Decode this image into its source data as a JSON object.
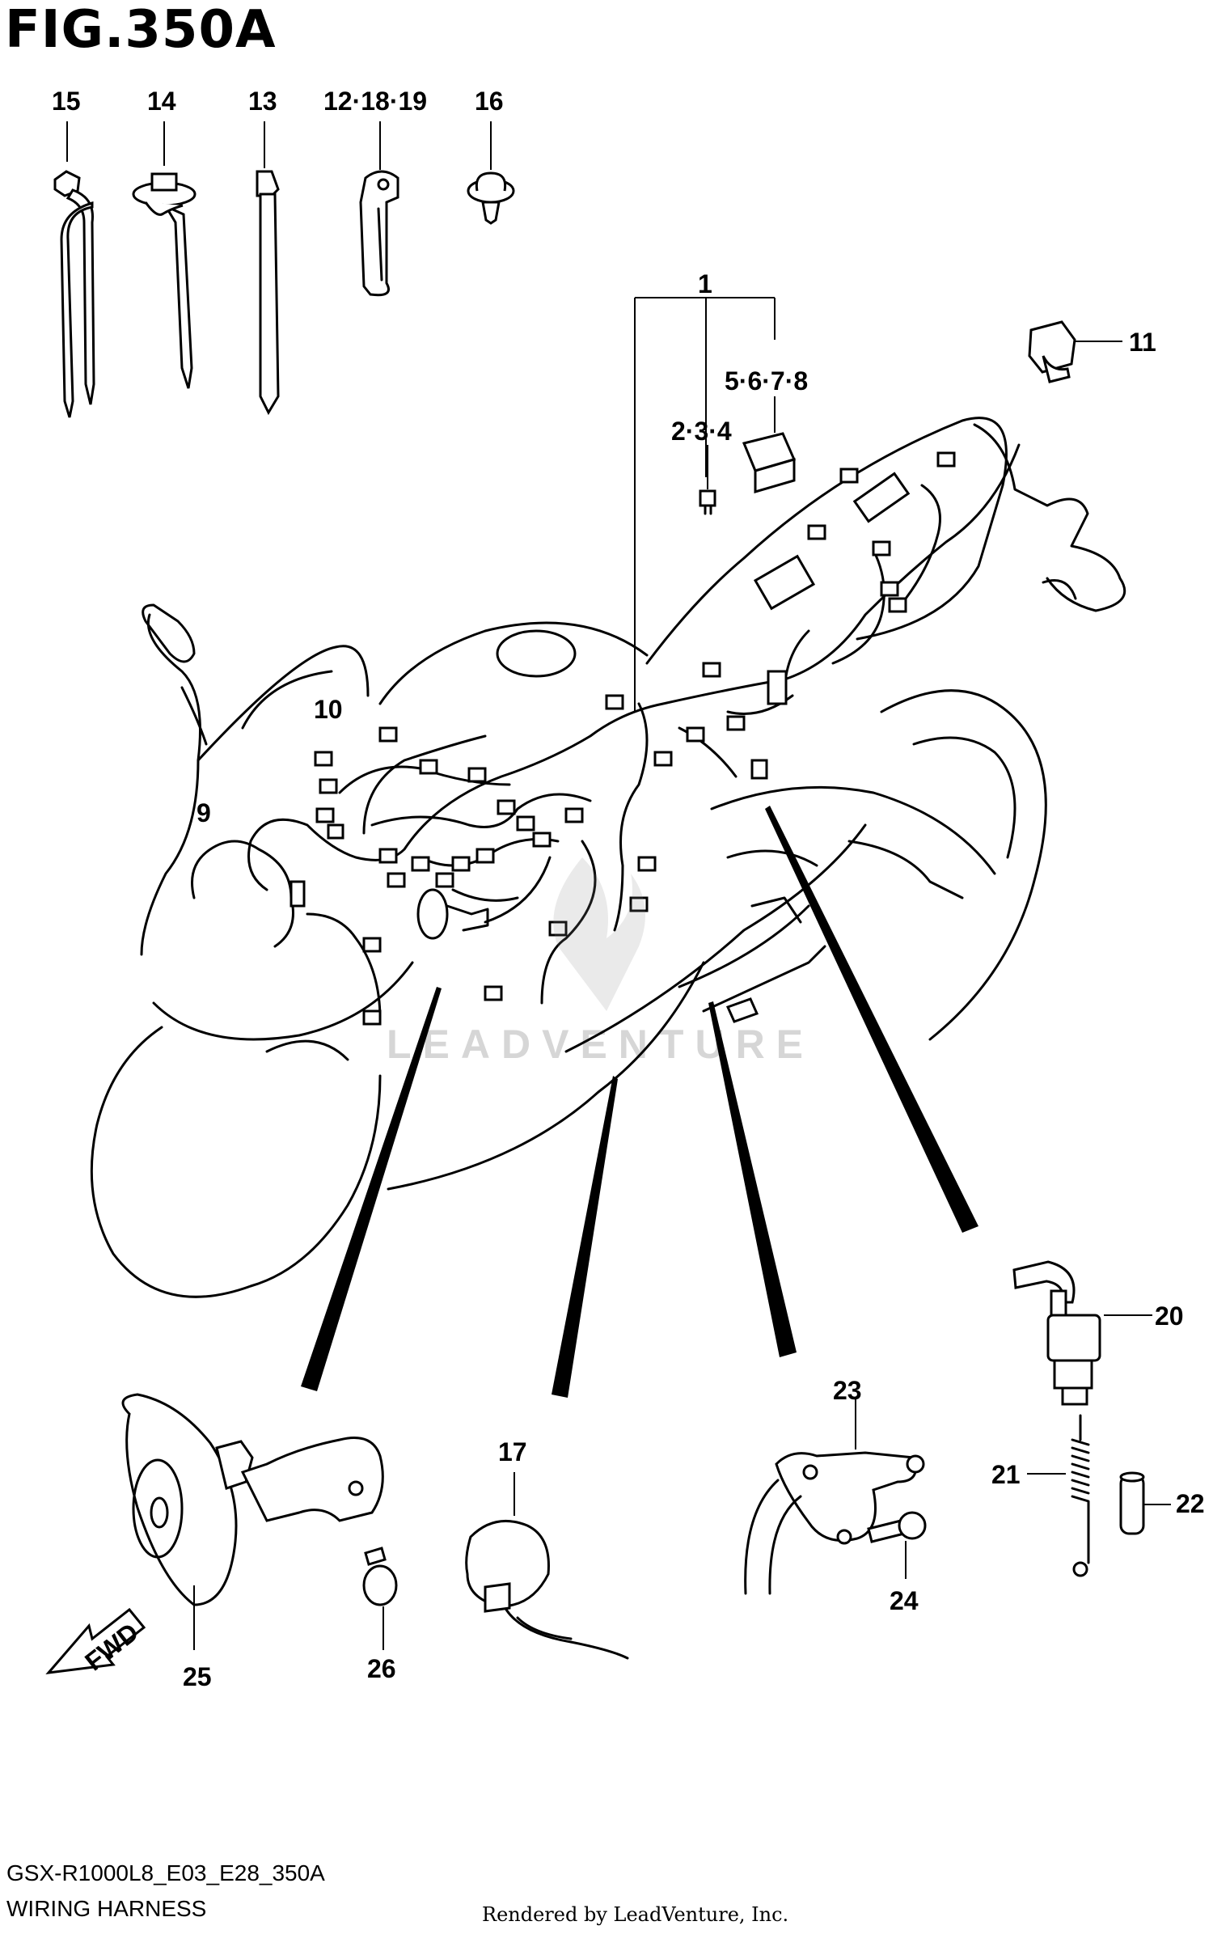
{
  "figure": {
    "title": "FIG.350A",
    "code": "GSX-R1000L8_E03_E28_350A",
    "name": "WIRING HARNESS",
    "rendered_by": "Rendered by LeadVenture, Inc.",
    "watermark": "LEADVENTURE",
    "fwd_label": "FWD"
  },
  "callouts": {
    "c1": "1",
    "c2_3_4": "2·3·4",
    "c5_6_7_8": "5·6·7·8",
    "c9": "9",
    "c10": "10",
    "c11": "11",
    "c12_18_19": "12·18·19",
    "c13": "13",
    "c14": "14",
    "c15": "15",
    "c16": "16",
    "c17": "17",
    "c20": "20",
    "c21": "21",
    "c22": "22",
    "c23": "23",
    "c24": "24",
    "c25": "25",
    "c26": "26"
  }
}
